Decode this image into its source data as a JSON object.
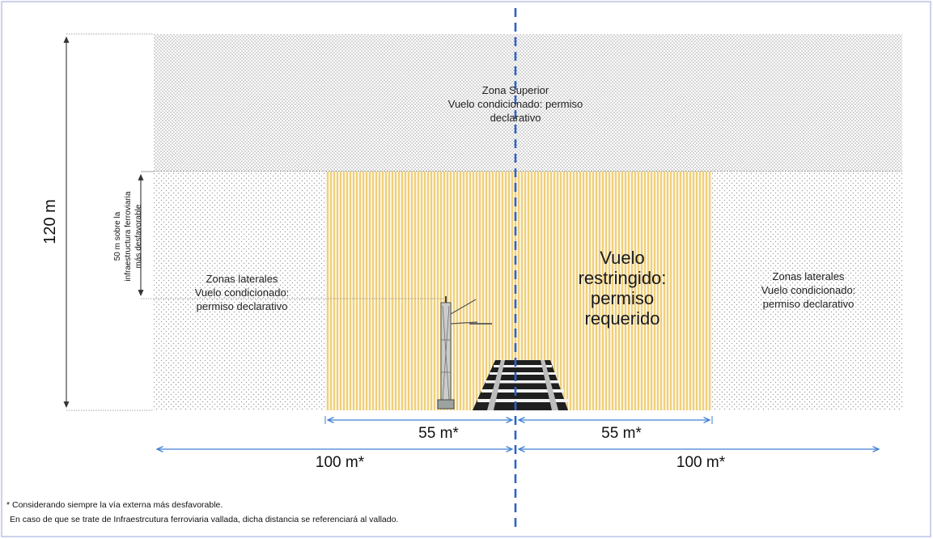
{
  "upper_zone": {
    "line1": "Zona Superior",
    "line2": "Vuelo condicionado: permiso",
    "line3": "declarativo"
  },
  "lateral_left": {
    "line1": "Zonas laterales",
    "line2": "Vuelo condicionado:",
    "line3": "permiso declarativo"
  },
  "lateral_right": {
    "line1": "Zonas laterales",
    "line2": "Vuelo condicionado:",
    "line3": "permiso declarativo"
  },
  "restricted_zone": {
    "line1": "Vuelo",
    "line2": "restringido:",
    "line3": "permiso",
    "line4": "requerido"
  },
  "dimensions": {
    "height_total": "120 m",
    "height_rail": {
      "line1": "50 m sobre la",
      "line2": "infraestructura ferroviaria",
      "line3": "más desfavorable"
    },
    "half_width_inner_left": "55 m*",
    "half_width_inner_right": "55 m*",
    "half_width_outer_left": "100 m*",
    "half_width_outer_right": "100 m*"
  },
  "footnote": {
    "line1": "* Considerando siempre la vía externa más desfavorable.",
    "line2": "En caso de que se trate de Infraestrcutura ferroviaria vallada, dicha distancia se referenciará al vallado."
  },
  "colors": {
    "centerline": "#2f62c4",
    "dimension_arrows": "#3f7fd0",
    "restricted_fill": "#f4d98c",
    "dots": "#a8a8a8"
  }
}
